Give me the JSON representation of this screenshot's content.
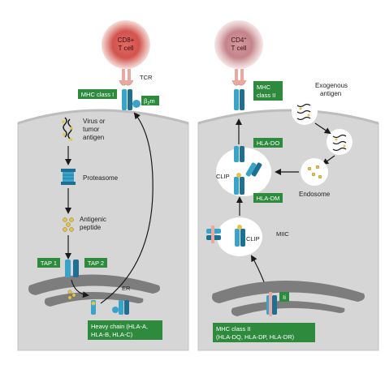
{
  "colors": {
    "green": "#2e8b3e",
    "mhc_blue": "#3aa3c9",
    "mhc_dark": "#1f6f93",
    "pink": "#e9a9a1",
    "cd8_red": "#d2534f",
    "cd4_pink": "#c4848c",
    "cell_gray": "#d6d6d6",
    "er_gray": "#7d7d7d"
  },
  "left_panel": {
    "cd8_cell_line1": "CD8+",
    "cd8_cell_line2": "T cell",
    "tcr_label": "TCR",
    "mhc_class_i": "MHC class I",
    "b2m": "β",
    "b2m_sub": "2",
    "b2m_suffix": "m",
    "virus_line1": "Virus or",
    "virus_line2": "tumor",
    "virus_line3": "antigen",
    "proteasome": "Proteasome",
    "antigenic_line1": "Antigenic",
    "antigenic_line2": "peptide",
    "tap1": "TAP 1",
    "tap2": "TAP 2",
    "er": "ER",
    "heavy_chain_line1": "Heavy chain (HLA-A,",
    "heavy_chain_line2": "HLA-B, HLA-C)"
  },
  "right_panel": {
    "cd4_cell_line1": "CD4",
    "cd4_cell_sup": "+",
    "cd4_cell_line2": "T cell",
    "mhc_class_ii_line1": "MHC",
    "mhc_class_ii_line2": "class II",
    "exogenous_line1": "Exogenous",
    "exogenous_line2": "antigen",
    "hla_do": "HLA-DO",
    "hla_dm": "HLA-DM",
    "clip_upper": "CLIP",
    "clip_lower": "CLIP",
    "endosome": "Endosome",
    "miic": "MIIC",
    "ii": "Ii",
    "mhc_ii_box_line1": "MHC class II",
    "mhc_ii_box_line2": "(HLA-DQ, HLA-DP, HLA-DR)"
  }
}
